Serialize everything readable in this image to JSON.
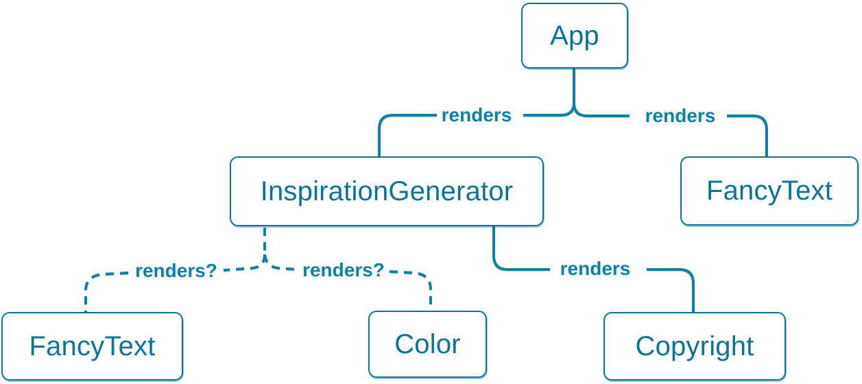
{
  "title": "React component tree render diagram",
  "colors": {
    "bg": "#ffffff",
    "node": "#0a7397",
    "line": "#0c81a7"
  },
  "nodes": [
    {
      "id": "app",
      "label": "App"
    },
    {
      "id": "inspiration-generator",
      "label": "InspirationGenerator"
    },
    {
      "id": "fancy-text-top",
      "label": "FancyText"
    },
    {
      "id": "fancy-text-bottom",
      "label": "FancyText"
    },
    {
      "id": "color",
      "label": "Color"
    },
    {
      "id": "copyright",
      "label": "Copyright"
    }
  ],
  "edges": [
    {
      "from": "App",
      "to": "InspirationGenerator",
      "label": "renders",
      "style": "solid"
    },
    {
      "from": "App",
      "to": "FancyText",
      "label": "renders",
      "style": "solid"
    },
    {
      "from": "InspirationGenerator",
      "to": "Copyright",
      "label": "renders",
      "style": "solid"
    },
    {
      "from": "InspirationGenerator",
      "to": "FancyText",
      "label": "renders?",
      "style": "dashed"
    },
    {
      "from": "InspirationGenerator",
      "to": "Color",
      "label": "renders?",
      "style": "dashed"
    }
  ]
}
